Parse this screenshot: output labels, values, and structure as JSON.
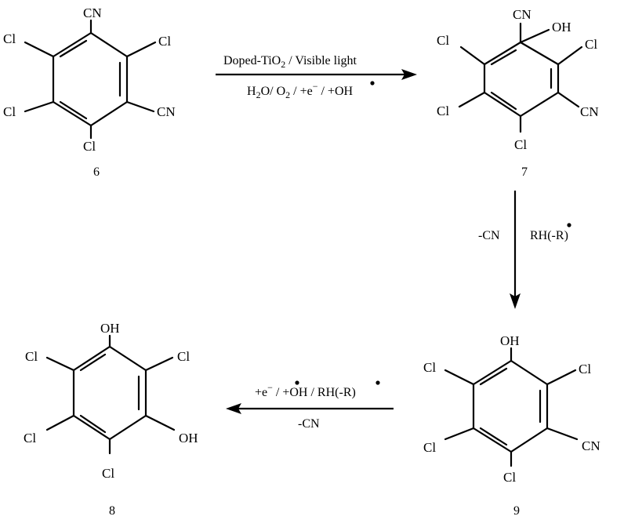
{
  "compounds": {
    "c6": {
      "number": "6",
      "top": "CN",
      "upper_left": "Cl",
      "upper_right": "Cl",
      "lower_left": "Cl",
      "lower_right": "CN",
      "bottom": "Cl"
    },
    "c7": {
      "number": "7",
      "top": "CN",
      "top_oh": "OH",
      "upper_left": "Cl",
      "upper_right": "Cl",
      "lower_left": "Cl",
      "lower_right": "CN",
      "bottom": "Cl"
    },
    "c8": {
      "number": "8",
      "top": "OH",
      "upper_left": "Cl",
      "upper_right": "Cl",
      "lower_left": "Cl",
      "lower_right": "OH",
      "bottom": "Cl"
    },
    "c9": {
      "number": "9",
      "top": "OH",
      "upper_left": "Cl",
      "upper_right": "Cl",
      "lower_left": "Cl",
      "lower_right": "CN",
      "bottom": "Cl"
    }
  },
  "reactions": {
    "r1": {
      "above_a": "Doped-TiO",
      "above_sub": "2",
      "above_b": " / Visible light",
      "below_a": "H",
      "below_sub1": "2",
      "below_b": "O/ O",
      "below_sub2": "2",
      "below_c": " / +e",
      "below_sup": "−",
      "below_d": " / +",
      "below_e": "OH"
    },
    "r2": {
      "left": "-CN",
      "right_a": "RH(-",
      "right_b": "R",
      "right_c": ")"
    },
    "r3": {
      "above_a": "+e",
      "above_sup": "−",
      "above_b": " / +",
      "above_c": "OH / RH(-",
      "above_d": "R",
      "above_e": ")",
      "below": "-CN"
    }
  }
}
